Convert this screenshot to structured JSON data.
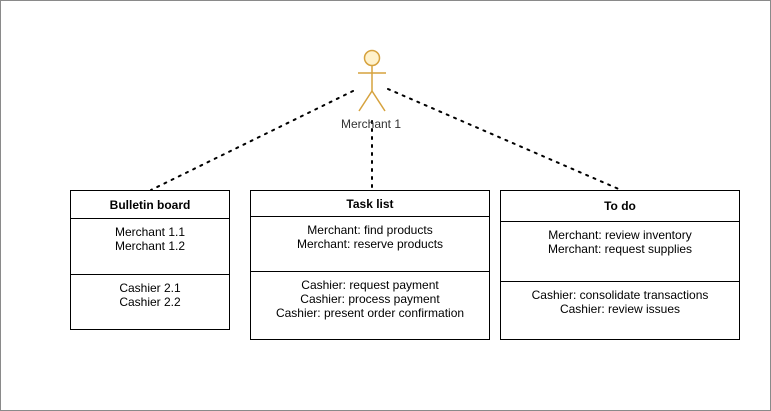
{
  "actor": {
    "label": "Merchant 1",
    "color": "#d6a23d",
    "fill": "#fff2cc"
  },
  "boxes": [
    {
      "title": "Bulletin board",
      "sections": [
        [
          "Merchant 1.1",
          "Merchant 1.2"
        ],
        [
          "Cashier 2.1",
          "Cashier 2.2"
        ]
      ]
    },
    {
      "title": "Task list",
      "sections": [
        [
          "Merchant: find products",
          "Merchant: reserve products"
        ],
        [
          "Cashier: request payment",
          "Cashier: process payment",
          "Cashier: present order confirmation"
        ]
      ]
    },
    {
      "title": "To do",
      "sections": [
        [
          "Merchant: review inventory",
          "Merchant: request supplies"
        ],
        [
          "Cashier: consolidate transactions",
          "Cashier: review issues"
        ]
      ]
    }
  ]
}
